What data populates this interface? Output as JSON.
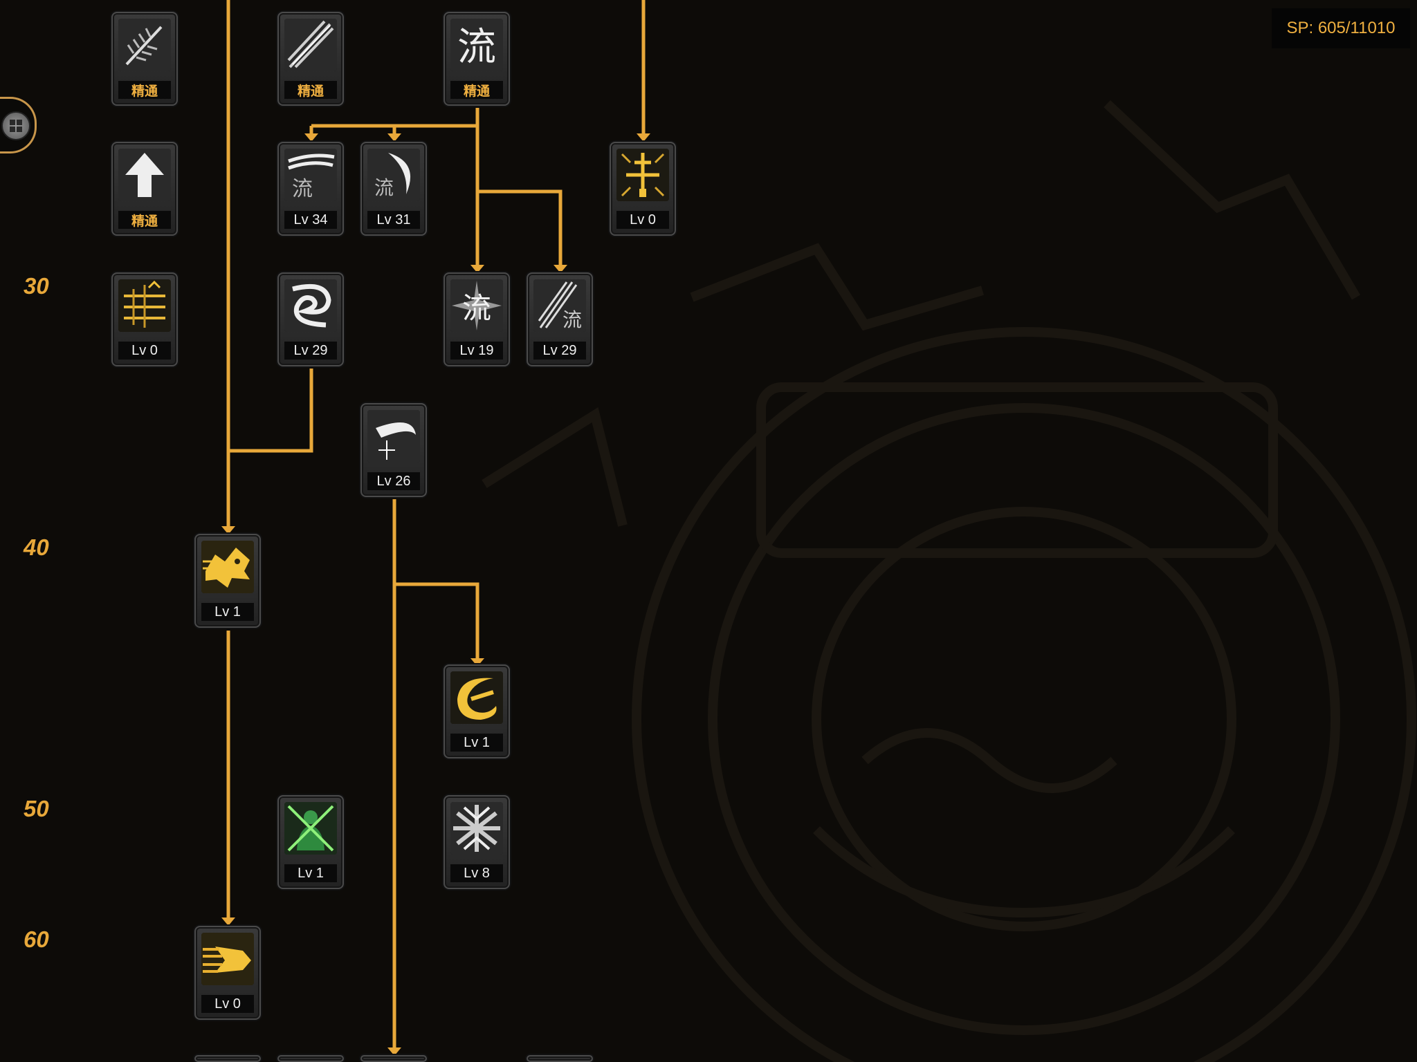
{
  "sp": {
    "label": "SP: 605/11010"
  },
  "level_markers": [
    "30",
    "40",
    "50",
    "60"
  ],
  "colors": {
    "connector": "#e8a83a",
    "mastery_text": "#f0b040",
    "level_marker": "#e8a83a",
    "background": "#0d0b08"
  },
  "skills": [
    {
      "icon": "feather-blade-icon",
      "level": "精通"
    },
    {
      "icon": "sword-streak-icon",
      "level": "精通"
    },
    {
      "icon": "flow-kanji-icon",
      "level": "精通"
    },
    {
      "icon": "up-arrow-buff-icon",
      "level": "精通"
    },
    {
      "icon": "flow-slash-wave-icon",
      "level": "Lv 34"
    },
    {
      "icon": "flow-crescent-icon",
      "level": "Lv 31"
    },
    {
      "icon": "golden-sword-icon",
      "level": "Lv 0"
    },
    {
      "icon": "golden-blades-icon",
      "level": "Lv 0"
    },
    {
      "icon": "spiral-slash-icon",
      "level": "Lv 29"
    },
    {
      "icon": "flow-burst-icon",
      "level": "Lv 19"
    },
    {
      "icon": "flow-diagonal-slash-icon",
      "level": "Lv 29"
    },
    {
      "icon": "crescent-strike-icon",
      "level": "Lv 26"
    },
    {
      "icon": "golden-beast-icon",
      "level": "Lv 1"
    },
    {
      "icon": "golden-crescent-icon",
      "level": "Lv 1"
    },
    {
      "icon": "green-cross-slash-icon",
      "level": "Lv 1"
    },
    {
      "icon": "spiked-burst-icon",
      "level": "Lv 8"
    },
    {
      "icon": "golden-rush-icon",
      "level": "Lv 0"
    }
  ]
}
